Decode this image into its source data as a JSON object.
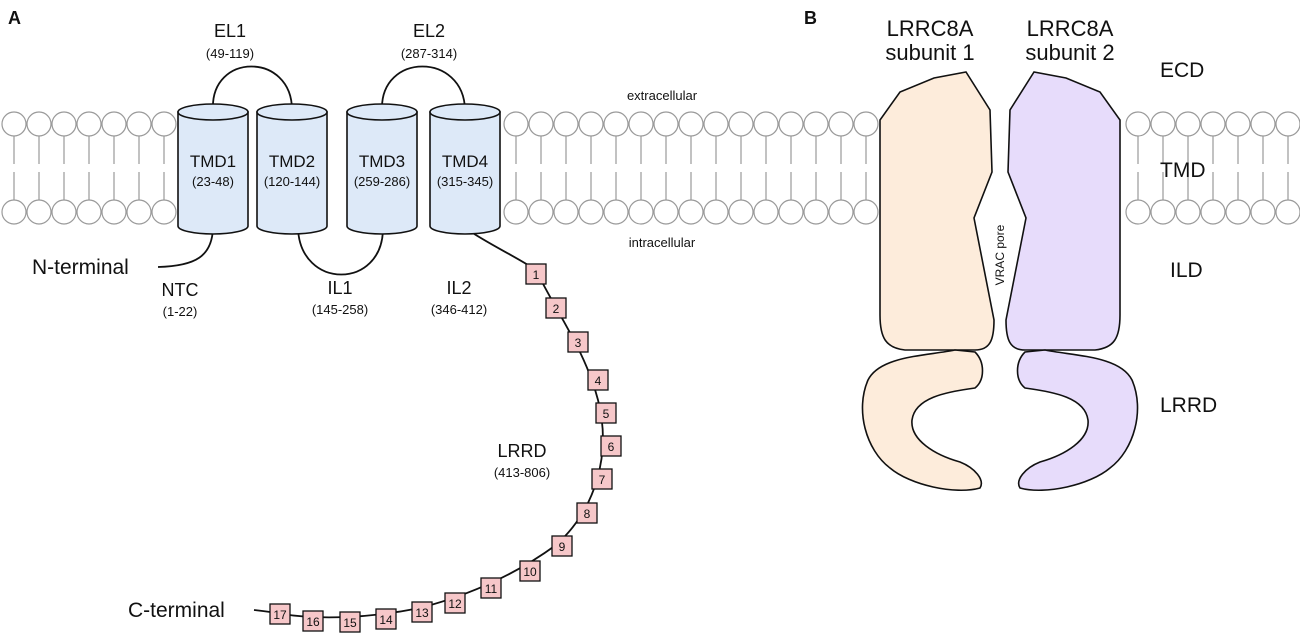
{
  "panels": {
    "a_label": "A",
    "b_label": "B"
  },
  "membrane": {
    "extracellular": "extracellular",
    "intracellular": "intracellular"
  },
  "tmds": [
    {
      "name": "TMD1",
      "range": "(23-48)"
    },
    {
      "name": "TMD2",
      "range": "(120-144)"
    },
    {
      "name": "TMD3",
      "range": "(259-286)"
    },
    {
      "name": "TMD4",
      "range": "(315-345)"
    }
  ],
  "loops": {
    "el1": {
      "name": "EL1",
      "range": "(49-119)"
    },
    "el2": {
      "name": "EL2",
      "range": "(287-314)"
    },
    "il1": {
      "name": "IL1",
      "range": "(145-258)"
    },
    "il2": {
      "name": "IL2",
      "range": "(346-412)"
    },
    "ntc": {
      "name": "NTC",
      "range": "(1-22)"
    },
    "lrrd": {
      "name": "LRRD",
      "range": "(413-806)"
    }
  },
  "termini": {
    "n": "N-terminal",
    "c": "C-terminal"
  },
  "lrr_repeats": [
    "1",
    "2",
    "3",
    "4",
    "5",
    "6",
    "7",
    "8",
    "9",
    "10",
    "11",
    "12",
    "13",
    "14",
    "15",
    "16",
    "17"
  ],
  "panel_b": {
    "subunit1": {
      "line1": "LRRC8A",
      "line2": "subunit 1",
      "color": "#fdecdb"
    },
    "subunit2": {
      "line1": "LRRC8A",
      "line2": "subunit 2",
      "color": "#e7dcfb"
    },
    "pore": "VRAC pore",
    "domains": [
      "ECD",
      "TMD",
      "ILD",
      "LRRD"
    ]
  }
}
